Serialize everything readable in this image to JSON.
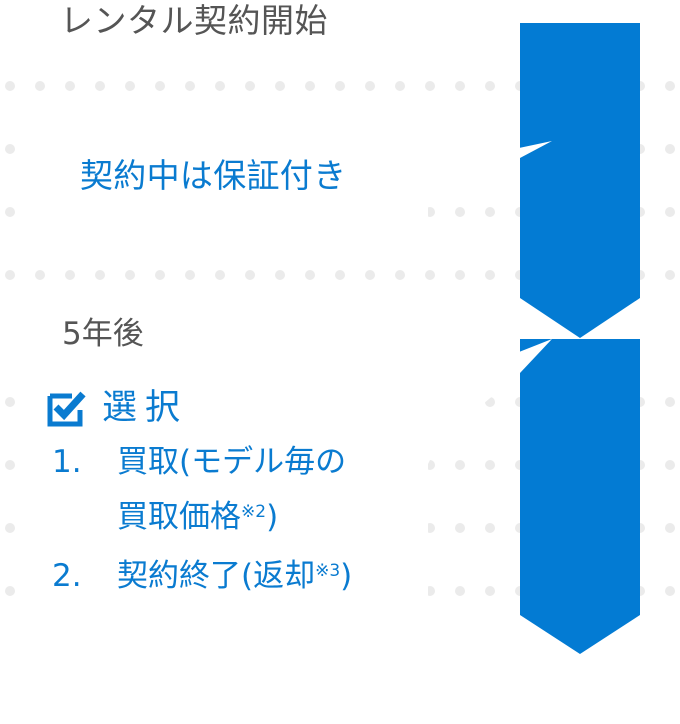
{
  "colors": {
    "accent": "#0a7bd0",
    "arrow": "#037bd3",
    "heading_text": "#555555",
    "dot": "#ebebeb",
    "background": "#ffffff"
  },
  "header": {
    "title": "レンタル契約開始"
  },
  "contract_note": {
    "text": "契約中は保証付き"
  },
  "after_period": {
    "label": "5年後"
  },
  "choice": {
    "icon": "checkbox-checked-icon",
    "label": "選択",
    "options": [
      {
        "number": "1.",
        "line1": "買取(モデル毎の",
        "line2": "買取価格",
        "note": "※2",
        "close": ")"
      },
      {
        "number": "2.",
        "line1": "契約終了(返却",
        "note": "※3",
        "close": ")"
      }
    ]
  },
  "arrows": [
    {
      "name": "arrow-down-contract-period",
      "direction": "down"
    },
    {
      "name": "arrow-down-choice",
      "direction": "down"
    }
  ]
}
